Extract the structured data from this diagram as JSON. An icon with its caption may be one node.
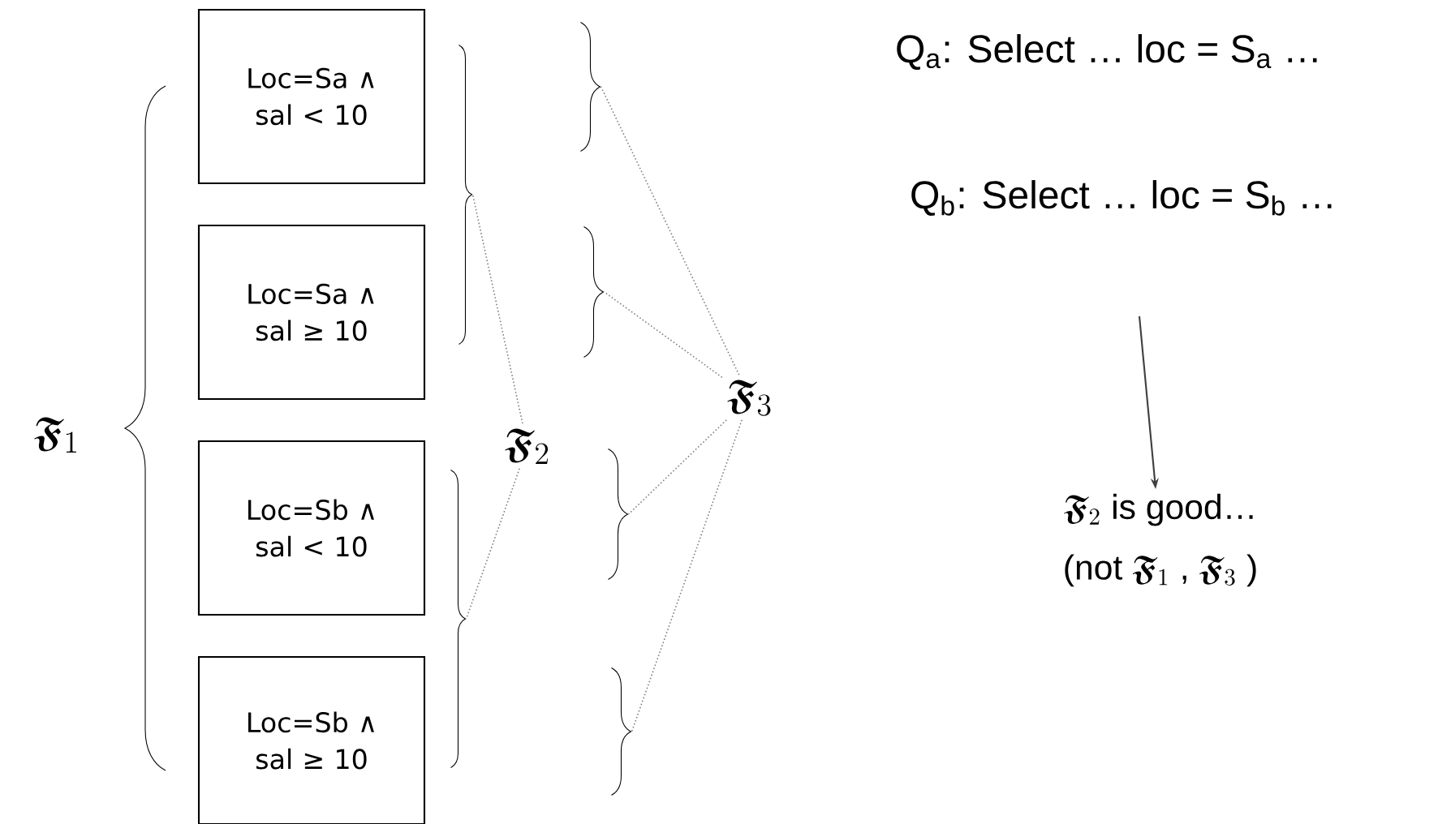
{
  "diagram": {
    "nodes": [
      {
        "text": [
          "Loc=Sa ∧ sal < 10"
        ]
      },
      {
        "text": [
          "Loc=Sa ∧ sal ≥ 10"
        ]
      },
      {
        "text": [
          "Loc=Sb ∧ sal < 10"
        ]
      },
      {
        "text": [
          "Loc=Sb ∧ sal ≥ 10"
        ]
      },
      {
        "text": [],
        "shape": "brace"
      },
      {
        "text": [],
        "shape": "brace"
      },
      {
        "text": [
          "\\boldsymbol{\\mathfrak{F}}_{2}"
        ]
      },
      {
        "text": [],
        "shape": "brace"
      },
      {
        "text": [],
        "shape": "brace"
      },
      {
        "text": [],
        "shape": "brace"
      },
      {
        "text": [],
        "shape": "brace"
      },
      {
        "text": [
          "\\boldsymbol{\\mathfrak{F}}_{3}"
        ]
      },
      {
        "text": [
          "\\boldsymbol{\\mathfrak{F}}_{2}\\text{ is good…}",
          "\\text{(not }\\boldsymbol{\\mathfrak{F}}_{1}\\text{ , }\\boldsymbol{\\mathfrak{F}}_{3}\\text{ )}"
        ]
      }
    ],
    "edges": [
      {
        "from": 6,
        "to": 4,
        "arrow": "none",
        "style": "dashed"
      },
      {
        "from": 6,
        "to": 5,
        "arrow": "none",
        "style": "dashed"
      },
      {
        "from": 11,
        "to": 7,
        "arrow": "none",
        "style": "dashed"
      },
      {
        "from": 11,
        "to": 8,
        "arrow": "none",
        "style": "dashed"
      },
      {
        "from": 11,
        "to": 9,
        "arrow": "none",
        "style": "dashed"
      },
      {
        "from": 11,
        "to": 10,
        "arrow": "none",
        "style": "dashed"
      },
      {
        "from": null,
        "to": 12,
        "arrow": "to"
      }
    ],
    "labels": [
      "Q$_{a}$: Select … loc = S$_{a}$ …",
      "Q$_{b}$: Select … loc = S$_{b}$ …",
      "\\boldsymbol{\\mathfrak{F}}_{1}"
    ]
  }
}
